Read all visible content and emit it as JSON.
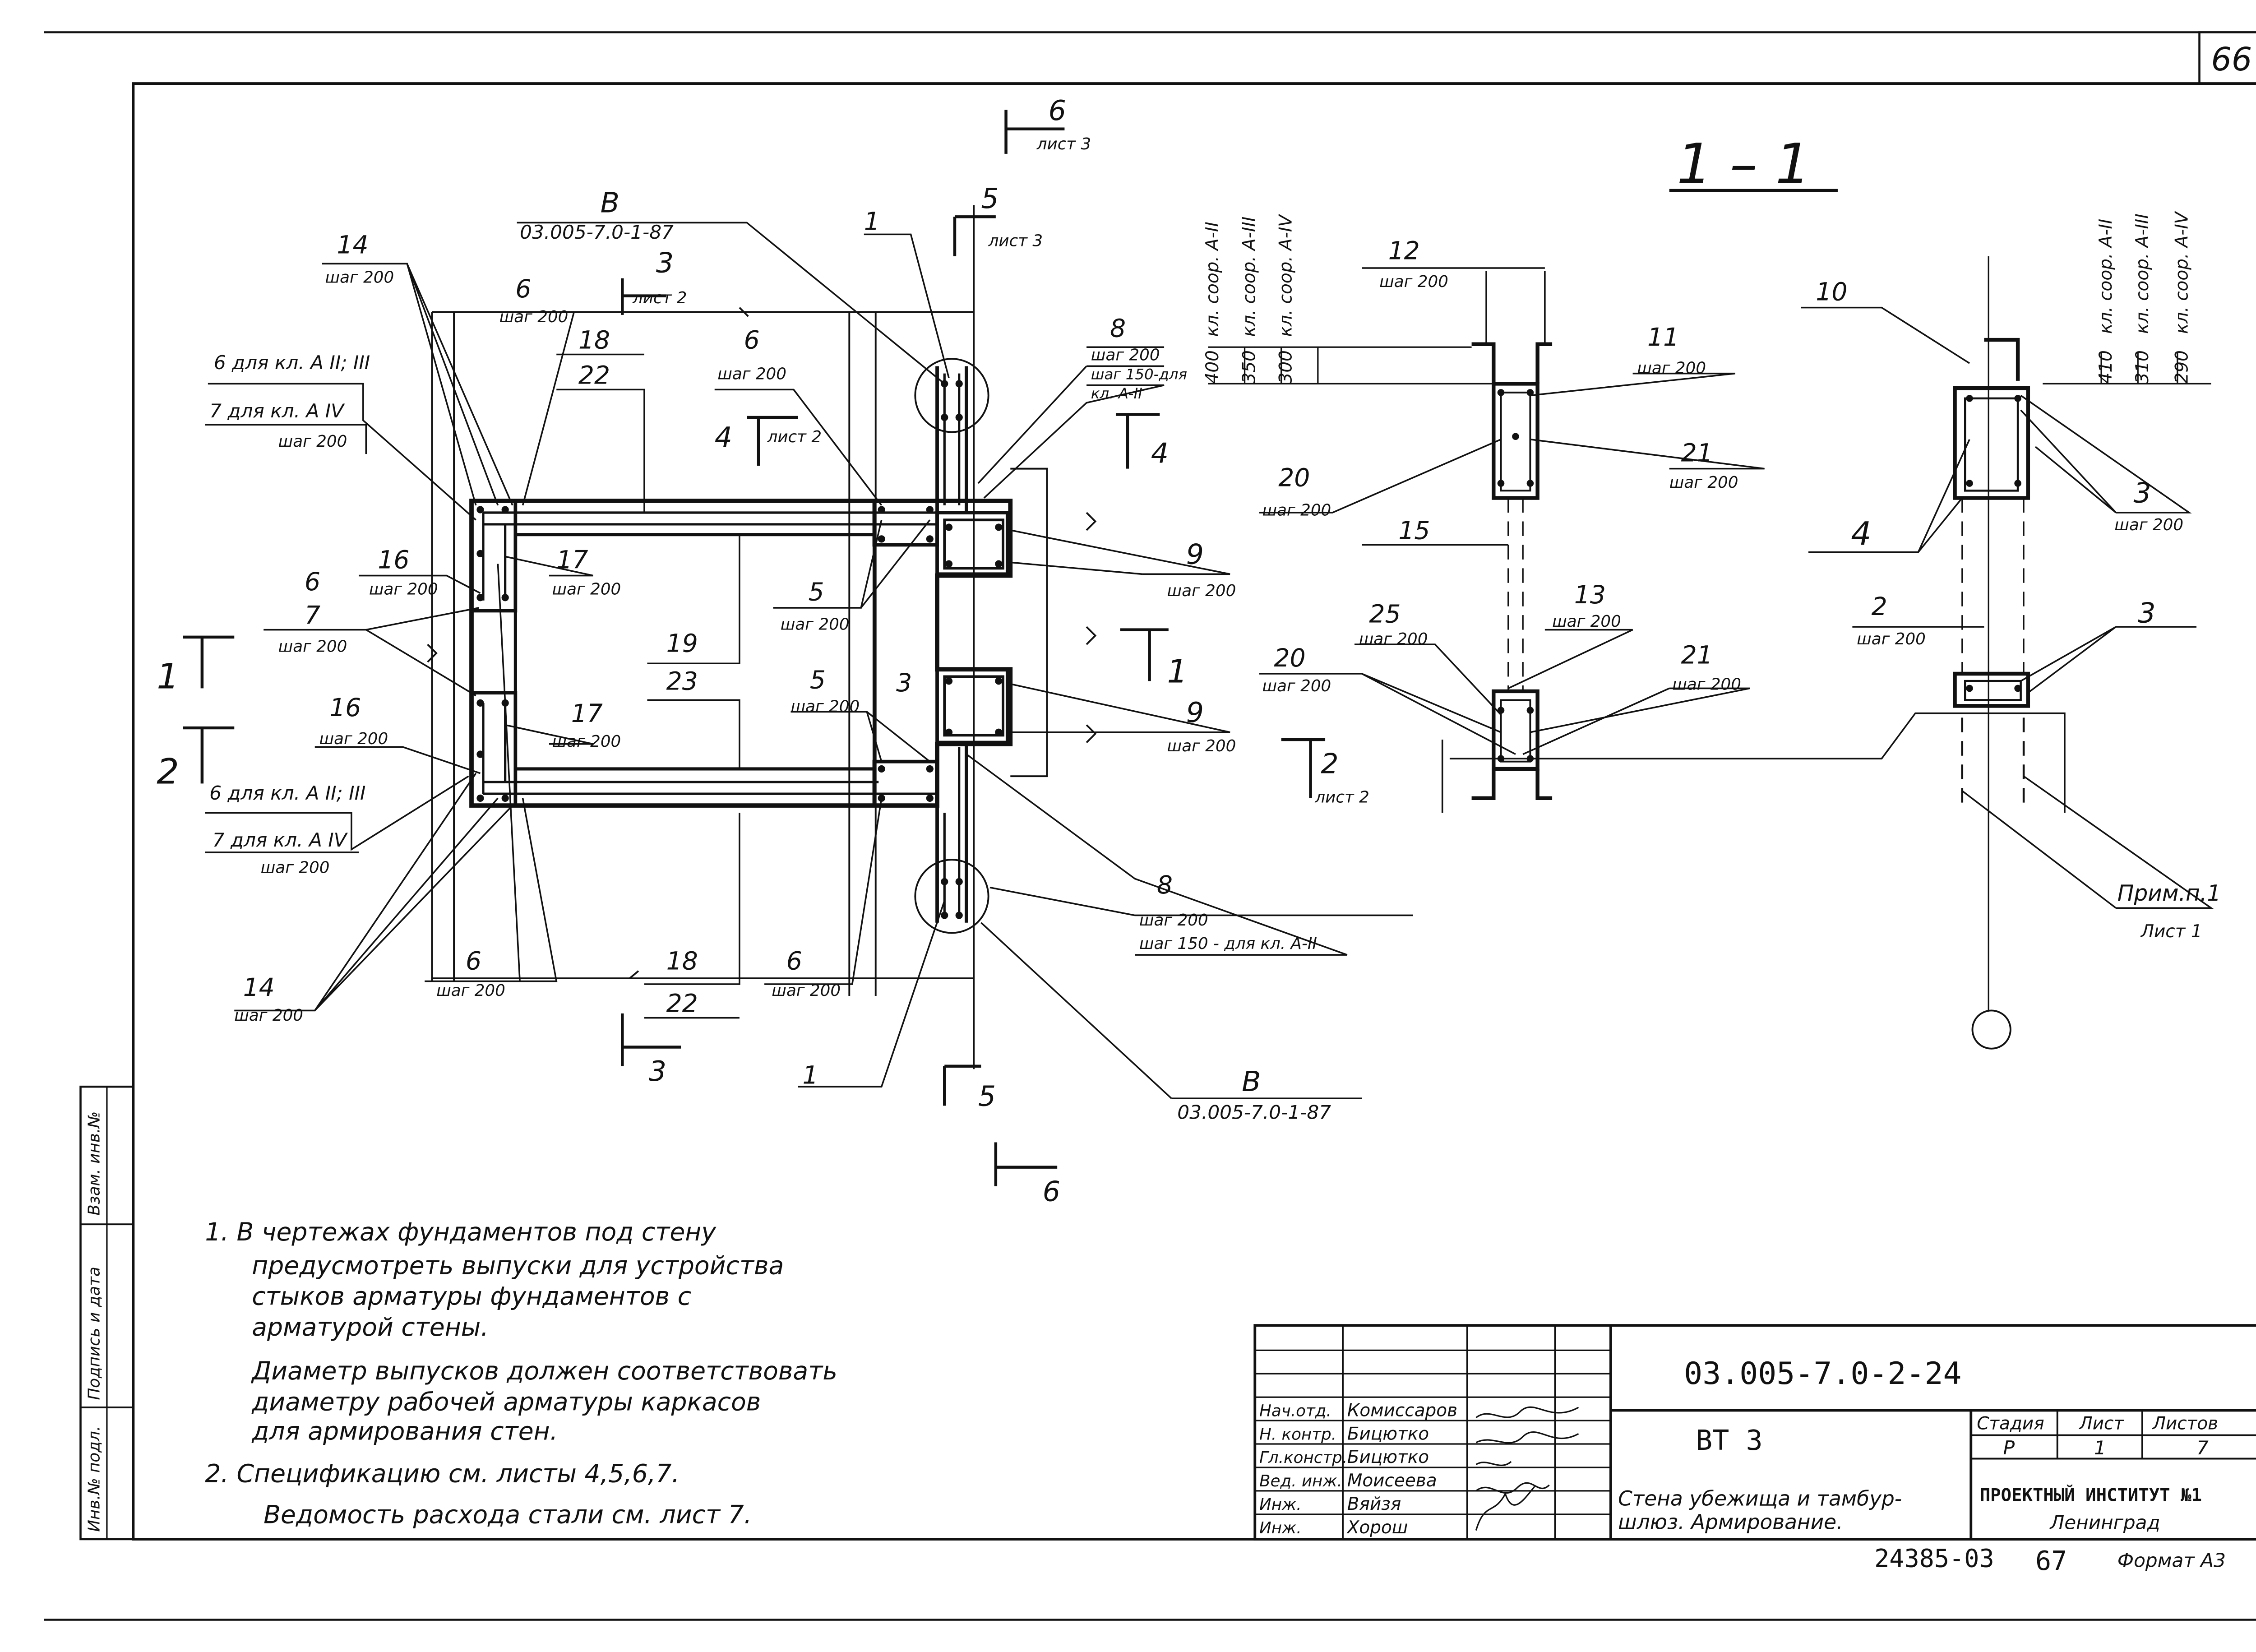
{
  "sheet_number": "66",
  "section_title": "1 – 1",
  "plan": {
    "cuts": {
      "c6_top": {
        "num": "6",
        "ref": "лист 3"
      },
      "c5_top": {
        "num": "5",
        "ref": "лист 3"
      },
      "c3_top": {
        "num": "3",
        "ref": "лист 2"
      },
      "c4_left": {
        "num": "4",
        "ref": "лист 2"
      },
      "c4_right": {
        "num": "4"
      },
      "c1_left": {
        "num": "1"
      },
      "c1_right": {
        "num": "1"
      },
      "c2_left": {
        "num": "2"
      },
      "c2_right": {
        "num": "2",
        "ref": "лист 2"
      },
      "c3_bottom": {
        "num": "3"
      },
      "c5_bottom": {
        "num": "5"
      },
      "c6_bottom": {
        "num": "6"
      }
    },
    "labels": {
      "b_top": {
        "mark": "В",
        "doc": "03.005-7.0-1-87"
      },
      "b_bottom": {
        "mark": "В",
        "doc": "03.005-7.0-1-87"
      },
      "p14_top": {
        "mark": "14",
        "step": "шаг 200"
      },
      "p6_top_left": {
        "mark": "6",
        "step": "шаг 200"
      },
      "p1_top": {
        "mark": "1"
      },
      "p8_top": {
        "mark": "8",
        "step": "шаг 200",
        "step_alt": "шаг 150-для",
        "note": "кл. А-II"
      },
      "p18_top": {
        "mark": "18",
        "sub": "22"
      },
      "p6_top_mid": {
        "mark": "6",
        "step": "шаг 200"
      },
      "p6_aii": {
        "mark": "6 для кл. А II; III"
      },
      "p7_aiv_top": {
        "mark": "7 для кл. А IV",
        "step": "шаг 200"
      },
      "p16_top": {
        "mark": "16",
        "step": "шаг 200"
      },
      "p17_top": {
        "mark": "17",
        "step": "шаг 200"
      },
      "p6_7": {
        "mark": "6",
        "sub": "7",
        "step": "шаг 200"
      },
      "p5_top": {
        "mark": "5",
        "step": "шаг 200"
      },
      "p9_top": {
        "mark": "9",
        "step": "шаг 200"
      },
      "p19": {
        "mark": "19",
        "sub": "23"
      },
      "p5_mid": {
        "mark": "5",
        "step": "шаг 200"
      },
      "p3_plan": {
        "mark": "3"
      },
      "p9_bottom": {
        "mark": "9",
        "step": "шаг 200"
      },
      "p16_bottom": {
        "mark": "16",
        "step": "шаг 200"
      },
      "p17_bottom": {
        "mark": "17",
        "step": "шаг 200"
      },
      "p6_aii_bottom": {
        "mark": "6 для кл. А II; III"
      },
      "p7_aiv_bottom": {
        "mark": "7 для кл. А IV",
        "step": "шаг 200"
      },
      "p8_bottom": {
        "mark": "8",
        "step": "шаг 200",
        "step_alt": "шаг 150 - для кл. А-II"
      },
      "p14_bottom": {
        "mark": "14",
        "step": "шаг 200"
      },
      "p6_bottom_left": {
        "mark": "6",
        "step": "шаг 200"
      },
      "p18_bottom": {
        "mark": "18",
        "sub": "22"
      },
      "p6_bottom_mid": {
        "mark": "6",
        "step": "шаг 200"
      },
      "p1_bottom": {
        "mark": "1"
      }
    }
  },
  "section": {
    "dims_left": [
      "400",
      "350",
      "300"
    ],
    "dims_left_classes": [
      "кл. соор. А-II",
      "кл. соор. А-III",
      "кл. соор. А-IV"
    ],
    "dims_right": [
      "410",
      "310",
      "290"
    ],
    "dims_right_classes": [
      "кл. соор. А-II",
      "кл. соор. А-III",
      "кл. соор. А-IV"
    ],
    "labels": {
      "s12": {
        "mark": "12",
        "step": "шаг 200"
      },
      "s11": {
        "mark": "11",
        "step": "шаг 200"
      },
      "s20_top": {
        "mark": "20",
        "step": "шаг 200"
      },
      "s21_top": {
        "mark": "21",
        "step": "шаг 200"
      },
      "s15": {
        "mark": "15"
      },
      "s25": {
        "mark": "25",
        "step": "шаг 200"
      },
      "s13": {
        "mark": "13",
        "step": "шаг 200"
      },
      "s20_bottom": {
        "mark": "20",
        "step": "шаг 200"
      },
      "s21_bottom": {
        "mark": "21",
        "step": "шаг 200"
      },
      "s10": {
        "mark": "10"
      },
      "s3_top": {
        "mark": "3",
        "step": "шаг 200"
      },
      "s4": {
        "mark": "4"
      },
      "s2": {
        "mark": "2",
        "step": "шаг 200"
      },
      "s3_bottom": {
        "mark": "3"
      },
      "s_note": {
        "mark": "Прим.п.1",
        "ref": "Лист 1"
      }
    }
  },
  "notes": [
    "1.  В чертежах фундаментов под стену",
    "предусмотреть выпуски для устройства",
    "стыков арматуры фундаментов с",
    "арматурой стены.",
    "Диаметр выпусков должен соответствовать",
    "диаметру рабочей арматуры каркасов",
    "для армирования стен.",
    "2.  Спецификацию см. листы 4,5,6,7.",
    "Ведомость расхода стали см. лист 7."
  ],
  "side_stamp": [
    "Инв.№ подл.",
    "Подпись и дата",
    "Взам. инв.№"
  ],
  "title_block": {
    "doc_code": "03.005-7.0-2-24",
    "mark": "ВТ 3",
    "roles": [
      "Нач.отд.",
      "Н. контр.",
      "Гл.констр.",
      "Вед. инж.",
      "Инж.",
      "Инж."
    ],
    "names": [
      "Комиссаров",
      "Бицютко",
      "Бицютко",
      "Моисеева",
      "Вяйзя",
      "Хорош"
    ],
    "stage_header": "Стадия",
    "sheet_header": "Лист",
    "sheets_header": "Листов",
    "stage": "Р",
    "sheet": "1",
    "sheets": "7",
    "title_line1": "Стена убежища и тамбур-",
    "title_line2": "шлюз. Армирование.",
    "org_line1": "ПРОЕКТНЫЙ ИНСТИТУТ №1",
    "org_line2": "Ленинград"
  },
  "footer": {
    "archive": "24385-03",
    "page": "67",
    "format": "Формат А3"
  }
}
